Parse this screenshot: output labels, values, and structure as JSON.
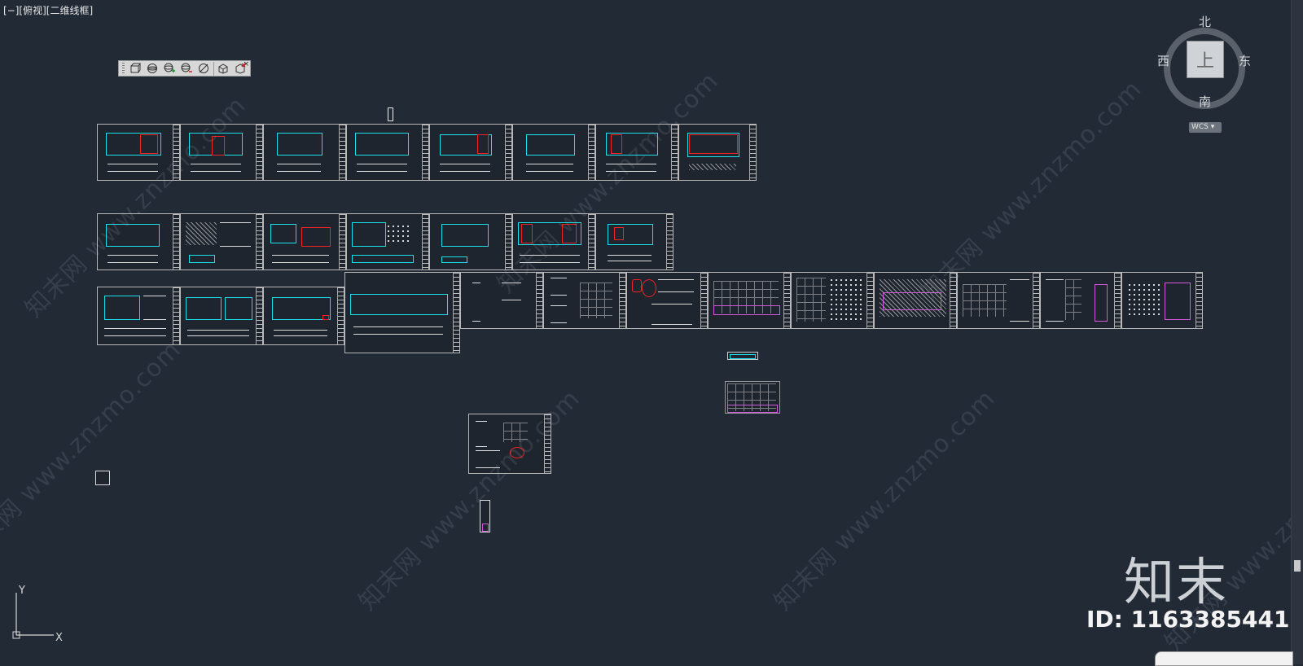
{
  "viewport": {
    "label": "[−][俯视][二维线框]"
  },
  "toolbar": {
    "buttons": [
      {
        "name": "view-cube-icon"
      },
      {
        "name": "orbit-icon"
      },
      {
        "name": "zoom-in-icon"
      },
      {
        "name": "zoom-out-icon"
      },
      {
        "name": "no-cursor-icon"
      },
      {
        "name": "box-view-icon"
      },
      {
        "name": "close-view-icon"
      }
    ],
    "close": "×"
  },
  "viewcube": {
    "top_face": "上",
    "north": "北",
    "south": "南",
    "east": "东",
    "west": "西",
    "wcs": "WCS"
  },
  "axes": {
    "y": "Y",
    "x": "X"
  },
  "watermark": {
    "text": "知末网 www.znzmo.com"
  },
  "brand": {
    "logo": "知末",
    "id": "ID: 1163385441"
  },
  "colors": {
    "background": "#222a35",
    "cyan": "#19e0ea",
    "red": "#f02222",
    "magenta": "#d15ad8"
  }
}
